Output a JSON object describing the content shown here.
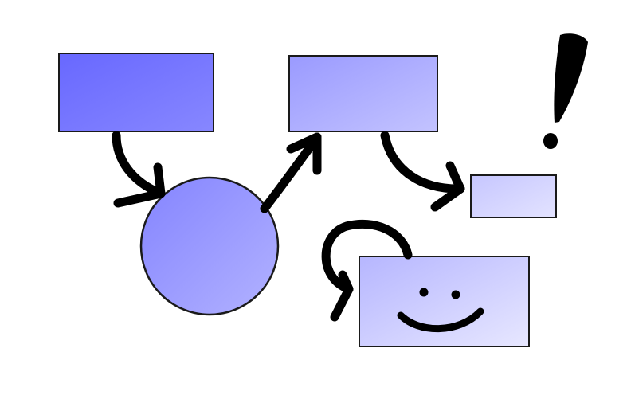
{
  "diagram": {
    "nodes": [
      {
        "id": "box-a",
        "shape": "rectangle",
        "fill": [
          "#6868ff",
          "#8787ff"
        ]
      },
      {
        "id": "box-b",
        "shape": "rectangle",
        "fill": [
          "#9a9aff",
          "#c3c3ff"
        ]
      },
      {
        "id": "circle-c",
        "shape": "circle",
        "fill": [
          "#8484ff",
          "#b2b2ff"
        ]
      },
      {
        "id": "box-d",
        "shape": "rectangle",
        "fill": [
          "#c6c6ff",
          "#e3e3ff"
        ]
      },
      {
        "id": "box-e",
        "shape": "rectangle",
        "fill": [
          "#b6b6ff",
          "#e7e7ff"
        ]
      }
    ],
    "edges": [
      {
        "id": "edge-a-c",
        "from": "box-a",
        "to": "circle-c"
      },
      {
        "id": "edge-c-b",
        "from": "circle-c",
        "to": "box-b"
      },
      {
        "id": "edge-b-d",
        "from": "box-b",
        "to": "box-d"
      },
      {
        "id": "edge-e-e",
        "from": "box-e",
        "to": "box-e"
      }
    ],
    "annotations": [
      {
        "id": "exclamation",
        "glyph": "!"
      },
      {
        "id": "smiley-face",
        "glyph": "smile"
      }
    ],
    "stroke_color": "#000000",
    "outline_color": "#1a1a1a"
  }
}
